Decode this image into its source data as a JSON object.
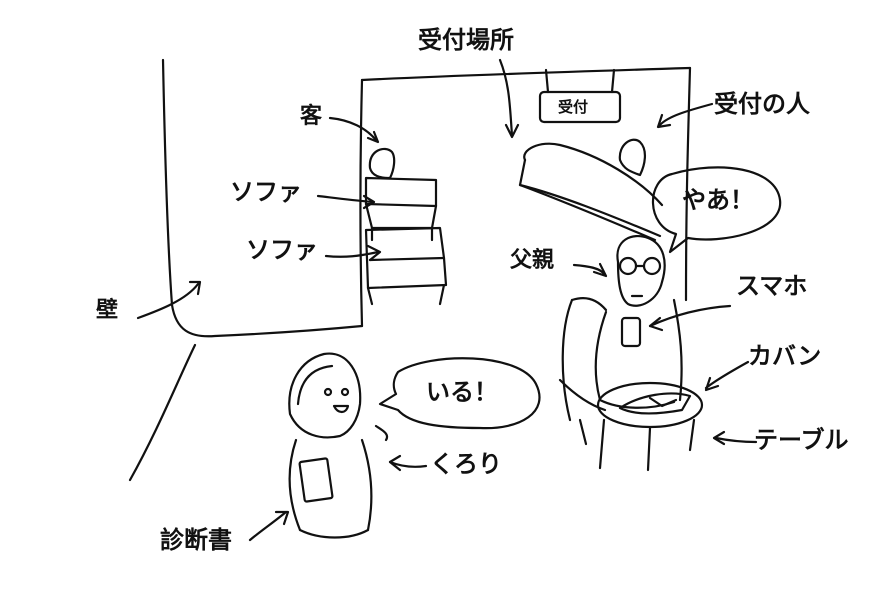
{
  "labels": {
    "reception_area": "受付場所",
    "reception_sign": "受付",
    "receptionist": "受付の人",
    "guest": "客",
    "sofa_upper": "ソファ",
    "sofa_lower": "ソファ",
    "father": "父親",
    "smartphone": "スマホ",
    "bag": "カバン",
    "table": "テーブル",
    "wall": "壁",
    "kuroro": "くろり",
    "medical_certificate": "診断書"
  },
  "speech": {
    "father": "やあ！",
    "kuroro": "いる！"
  },
  "colors": {
    "ink": "#111111",
    "paper": "#ffffff"
  }
}
